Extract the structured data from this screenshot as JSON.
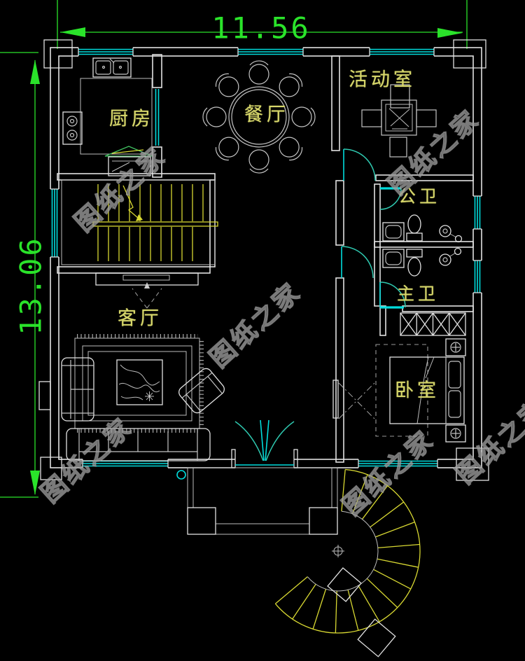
{
  "dimensions": {
    "width": "11.56",
    "height": "13.06"
  },
  "rooms": {
    "kitchen": "厨房",
    "dining": "餐厅",
    "activity": "活动室",
    "public_bath": "公卫",
    "master_bath": "主卫",
    "living": "客厅",
    "bedroom": "卧室"
  },
  "watermark": {
    "text": "图纸之家"
  },
  "colors": {
    "background": "#000000",
    "wall": "#e2e2e2",
    "window": "#00dcdc",
    "door": "#2fc9b0",
    "stair": "#d8d832",
    "dimension": "#2ae32a",
    "label": "#d6d66a",
    "watermark": "#969696"
  }
}
